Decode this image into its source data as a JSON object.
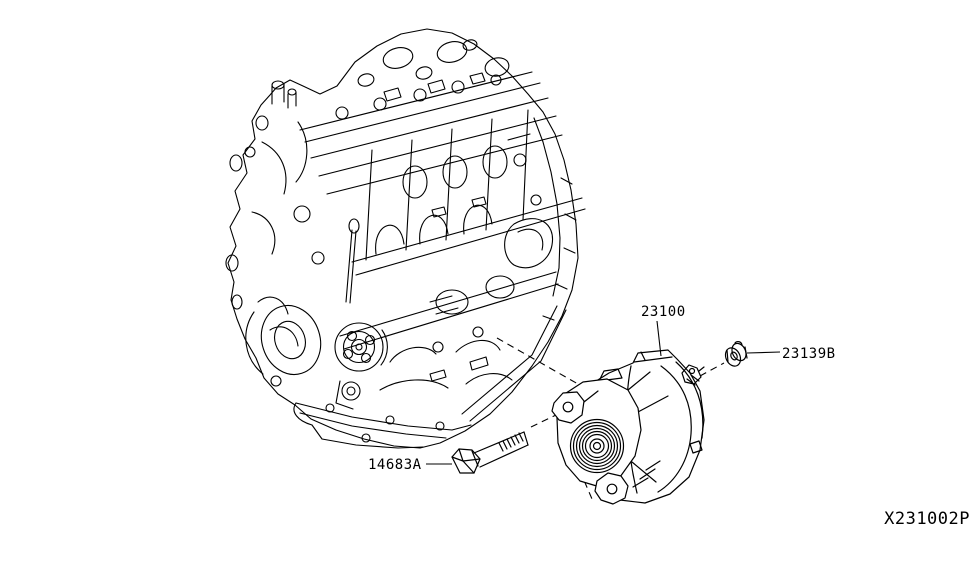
{
  "diagram": {
    "background_color": "#ffffff",
    "line_color": "#000000",
    "code": "X231002P",
    "callouts": [
      {
        "label": "23100"
      },
      {
        "label": "23139B"
      },
      {
        "label": "14683A"
      }
    ]
  }
}
